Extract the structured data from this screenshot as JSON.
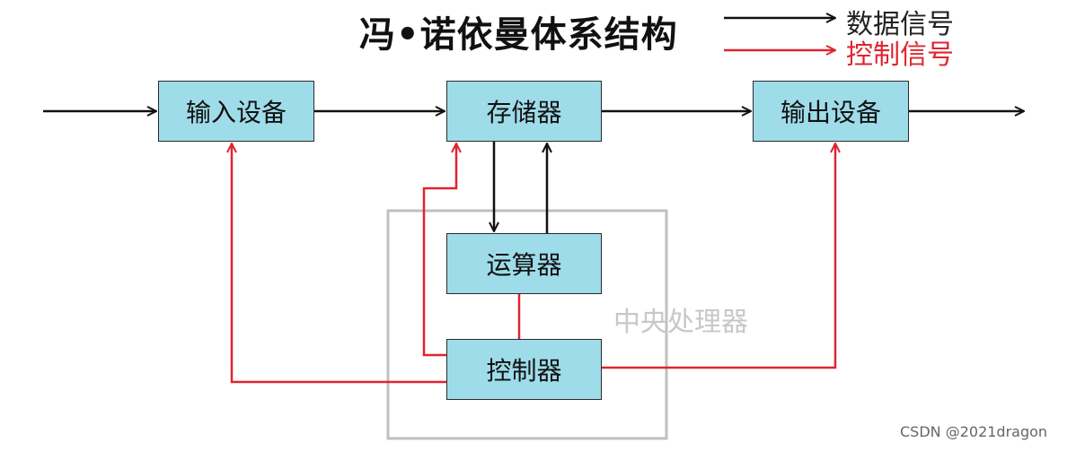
{
  "title": "冯•诺依曼体系结构",
  "legend": {
    "data_signal": "数据信号",
    "control_signal": "控制信号"
  },
  "blocks": {
    "input": "输入设备",
    "memory": "存储器",
    "output": "输出设备",
    "alu": "运算器",
    "control": "控制器"
  },
  "cpu_label": "中央处理器",
  "watermark": "CSDN @2021dragon",
  "colors": {
    "data_line": "#111111",
    "control_line": "#e02430",
    "box_fill": "#9fdcea",
    "cpu_border": "#c0c0c0"
  }
}
